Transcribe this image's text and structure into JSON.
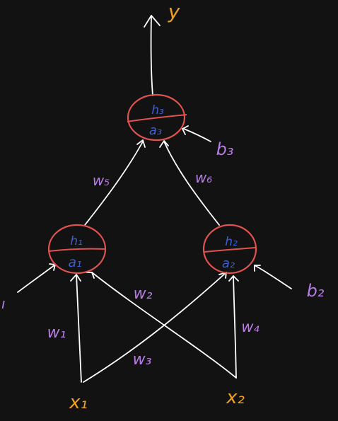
{
  "colors": {
    "background": "#121212",
    "edge": "#ffffff",
    "node_outline": "#e0524f",
    "node_text": "#3f5fd0",
    "weight_label": "#b87ce6",
    "io_label": "#f0a020"
  },
  "output": {
    "label": "y"
  },
  "inputs": [
    {
      "id": "x1",
      "label": "x₁"
    },
    {
      "id": "x2",
      "label": "x₂"
    }
  ],
  "biases": [
    {
      "id": "b1",
      "label": "ı"
    },
    {
      "id": "b2",
      "label": "b₂"
    },
    {
      "id": "b3",
      "label": "b₃"
    }
  ],
  "neurons": [
    {
      "id": "n1",
      "top": "h₁",
      "bottom": "a₁"
    },
    {
      "id": "n2",
      "top": "h₂",
      "bottom": "a₂"
    },
    {
      "id": "n3",
      "top": "h₃",
      "bottom": "a₃"
    }
  ],
  "weights": [
    {
      "id": "w1",
      "label": "w₁"
    },
    {
      "id": "w2",
      "label": "w₂"
    },
    {
      "id": "w3",
      "label": "w₃"
    },
    {
      "id": "w4",
      "label": "w₄"
    },
    {
      "id": "w5",
      "label": "w₅"
    },
    {
      "id": "w6",
      "label": "w₆"
    }
  ]
}
